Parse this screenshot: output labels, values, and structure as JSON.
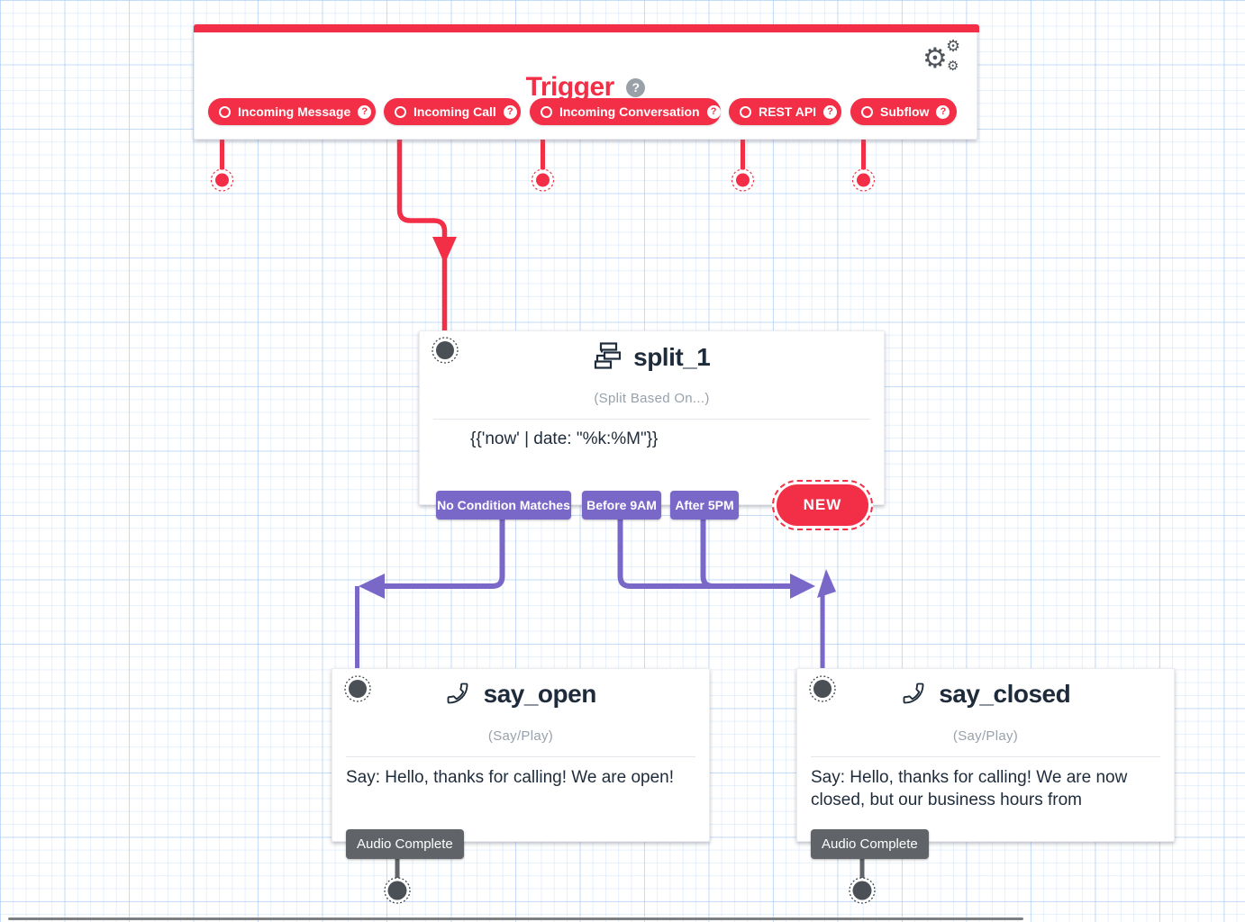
{
  "icons": {
    "help_glyph": "?",
    "gear_glyph": "⚙"
  },
  "colors": {
    "accent_red": "#F22F46",
    "accent_purple": "#7A68C9",
    "title_dark": "#1E2B3A",
    "muted_gray": "#98A1AB",
    "transition_gray": "#606468"
  },
  "trigger": {
    "title": "Trigger",
    "events": [
      {
        "label": "Incoming Message"
      },
      {
        "label": "Incoming Call"
      },
      {
        "label": "Incoming Conversation"
      },
      {
        "label": "REST API"
      },
      {
        "label": "Subflow"
      }
    ]
  },
  "widgets": {
    "split": {
      "name": "split_1",
      "type_label": "(Split Based On...)",
      "body": "{{'now' | date: \"%k:%M\"}}",
      "transitions": [
        "No Condition Matches",
        "Before 9AM",
        "After 5PM"
      ],
      "new_button_label": "NEW"
    },
    "say_open": {
      "name": "say_open",
      "type_label": "(Say/Play)",
      "body": "Say: Hello, thanks for calling! We are open!",
      "transitions": [
        "Audio Complete"
      ]
    },
    "say_closed": {
      "name": "say_closed",
      "type_label": "(Say/Play)",
      "body": "Say: Hello, thanks for calling! We are now closed, but our business hours from",
      "transitions": [
        "Audio Complete"
      ]
    }
  }
}
